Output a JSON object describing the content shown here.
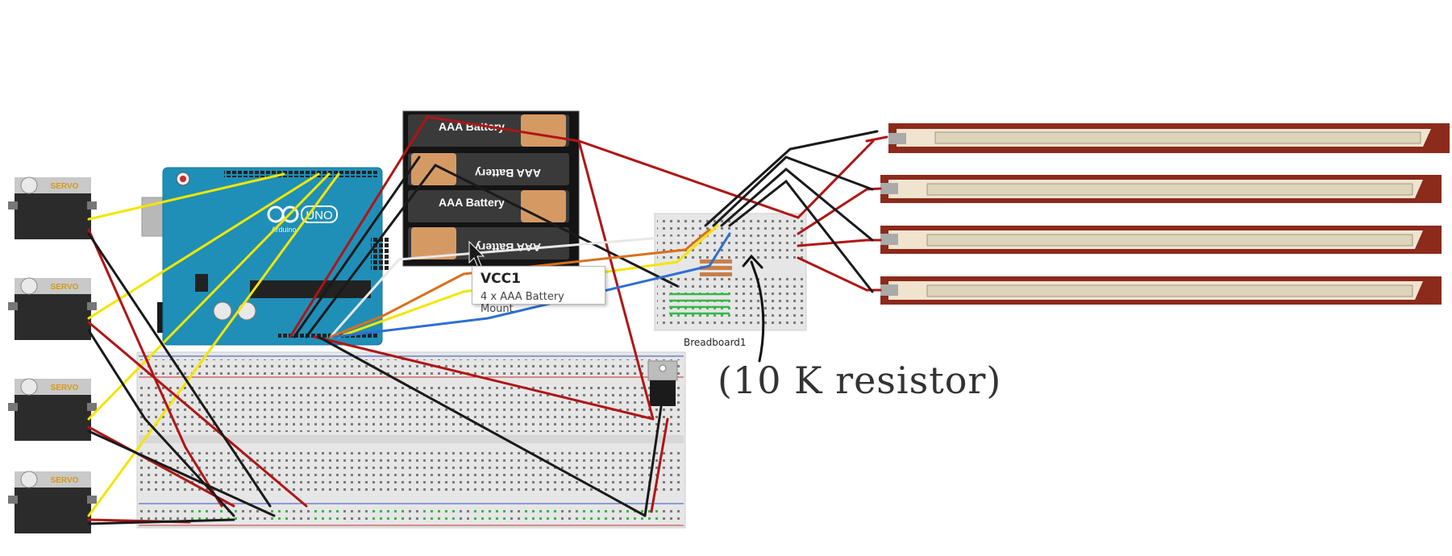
{
  "servos": [
    {
      "label": "SERVO"
    },
    {
      "label": "SERVO"
    },
    {
      "label": "SERVO"
    },
    {
      "label": "SERVO"
    }
  ],
  "arduino": {
    "brand": "UNO",
    "sub": "Arduino"
  },
  "batteries": [
    {
      "label": "AAA Battery"
    },
    {
      "label": "AAA Battery"
    },
    {
      "label": "AAA Battery"
    },
    {
      "label": "AAA Battery"
    }
  ],
  "tooltip": {
    "title": "VCC1",
    "subtitle": "4 x AAA Battery Mount"
  },
  "breadboard": {
    "label": "Breadboard1"
  },
  "annotation": {
    "text": "(10 K resistor)"
  },
  "colors": {
    "red_wire": "#b01515",
    "black_wire": "#1a1a1a",
    "yellow_wire": "#f2e600",
    "white_wire": "#e8e8e8",
    "orange_wire": "#d9701c",
    "blue_wire": "#2f6fd0",
    "arduino_blue": "#1f8fb8",
    "flex_sensor": "#8c2a1c",
    "breadboard_hole_green": "#3ab54a"
  }
}
